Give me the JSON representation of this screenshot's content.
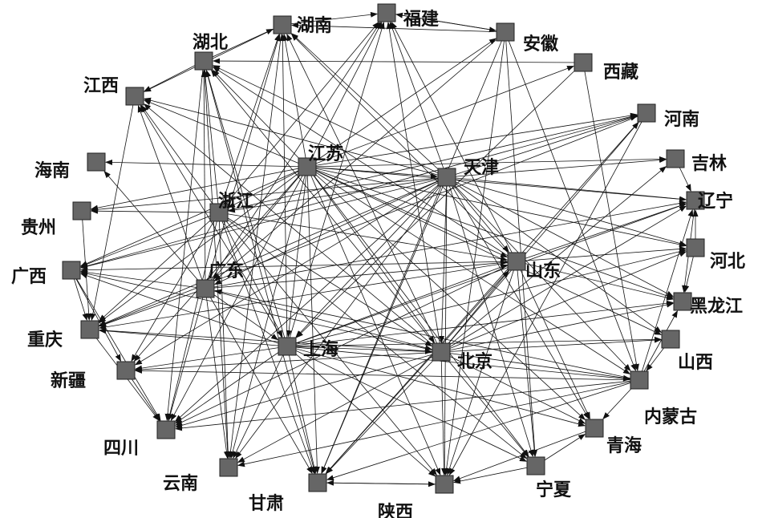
{
  "nodes": [
    {
      "id": "fujian",
      "label": "福建"
    },
    {
      "id": "hunan",
      "label": "湖南"
    },
    {
      "id": "hubei",
      "label": "湖北"
    },
    {
      "id": "anhui",
      "label": "安徽"
    },
    {
      "id": "xizang",
      "label": "西藏"
    },
    {
      "id": "jiangxi",
      "label": "江西"
    },
    {
      "id": "henan",
      "label": "河南"
    },
    {
      "id": "jilin",
      "label": "吉林"
    },
    {
      "id": "hainan",
      "label": "海南"
    },
    {
      "id": "jiangsu",
      "label": "江苏"
    },
    {
      "id": "tianjin",
      "label": "天津"
    },
    {
      "id": "liaoning",
      "label": "辽宁"
    },
    {
      "id": "guizhou",
      "label": "贵州"
    },
    {
      "id": "zhejiang",
      "label": "浙江"
    },
    {
      "id": "hebei",
      "label": "河北"
    },
    {
      "id": "guangxi",
      "label": "广西"
    },
    {
      "id": "guangdong",
      "label": "广东"
    },
    {
      "id": "shandong",
      "label": "山东"
    },
    {
      "id": "heilongjiang",
      "label": "黑龙江"
    },
    {
      "id": "chongqing",
      "label": "重庆"
    },
    {
      "id": "shanghai",
      "label": "上海"
    },
    {
      "id": "beijing",
      "label": "北京"
    },
    {
      "id": "shanxi",
      "label": "山西"
    },
    {
      "id": "xinjiang",
      "label": "新疆"
    },
    {
      "id": "neimenggu",
      "label": "内蒙古"
    },
    {
      "id": "sichuan",
      "label": "四川"
    },
    {
      "id": "qinghai",
      "label": "青海"
    },
    {
      "id": "yunnan",
      "label": "云南"
    },
    {
      "id": "gansu",
      "label": "甘肃"
    },
    {
      "id": "ningxia",
      "label": "宁夏"
    },
    {
      "id": "shaanxi",
      "label": "陕西"
    }
  ],
  "edges": [
    [
      "jiangsu",
      "fujian"
    ],
    [
      "jiangsu",
      "hunan"
    ],
    [
      "jiangsu",
      "hubei"
    ],
    [
      "jiangsu",
      "jiangxi"
    ],
    [
      "jiangsu",
      "hainan"
    ],
    [
      "jiangsu",
      "guizhou"
    ],
    [
      "jiangsu",
      "guangxi"
    ],
    [
      "jiangsu",
      "chongqing"
    ],
    [
      "jiangsu",
      "xinjiang"
    ],
    [
      "jiangsu",
      "sichuan"
    ],
    [
      "jiangsu",
      "yunnan"
    ],
    [
      "jiangsu",
      "gansu"
    ],
    [
      "jiangsu",
      "shaanxi"
    ],
    [
      "jiangsu",
      "ningxia"
    ],
    [
      "jiangsu",
      "qinghai"
    ],
    [
      "jiangsu",
      "neimenggu"
    ],
    [
      "jiangsu",
      "shanxi"
    ],
    [
      "jiangsu",
      "heilongjiang"
    ],
    [
      "jiangsu",
      "hebei"
    ],
    [
      "jiangsu",
      "liaoning"
    ],
    [
      "jiangsu",
      "jilin"
    ],
    [
      "jiangsu",
      "henan"
    ],
    [
      "jiangsu",
      "xizang"
    ],
    [
      "jiangsu",
      "anhui"
    ],
    [
      "jiangsu",
      "shandong"
    ],
    [
      "jiangsu",
      "beijing"
    ],
    [
      "jiangsu",
      "shanghai"
    ],
    [
      "jiangsu",
      "zhejiang"
    ],
    [
      "jiangsu",
      "guangdong"
    ],
    [
      "jiangsu",
      "tianjin"
    ],
    [
      "tianjin",
      "fujian"
    ],
    [
      "tianjin",
      "hunan"
    ],
    [
      "tianjin",
      "hubei"
    ],
    [
      "tianjin",
      "jiangxi"
    ],
    [
      "tianjin",
      "guizhou"
    ],
    [
      "tianjin",
      "guangxi"
    ],
    [
      "tianjin",
      "chongqing"
    ],
    [
      "tianjin",
      "xinjiang"
    ],
    [
      "tianjin",
      "sichuan"
    ],
    [
      "tianjin",
      "yunnan"
    ],
    [
      "tianjin",
      "gansu"
    ],
    [
      "tianjin",
      "shaanxi"
    ],
    [
      "tianjin",
      "ningxia"
    ],
    [
      "tianjin",
      "qinghai"
    ],
    [
      "tianjin",
      "neimenggu"
    ],
    [
      "tianjin",
      "shanxi"
    ],
    [
      "tianjin",
      "heilongjiang"
    ],
    [
      "tianjin",
      "hebei"
    ],
    [
      "tianjin",
      "liaoning"
    ],
    [
      "tianjin",
      "jilin"
    ],
    [
      "tianjin",
      "henan"
    ],
    [
      "tianjin",
      "shandong"
    ],
    [
      "tianjin",
      "beijing"
    ],
    [
      "tianjin",
      "shanghai"
    ],
    [
      "tianjin",
      "guangdong"
    ],
    [
      "tianjin",
      "zhejiang"
    ],
    [
      "zhejiang",
      "fujian"
    ],
    [
      "zhejiang",
      "hunan"
    ],
    [
      "zhejiang",
      "hubei"
    ],
    [
      "zhejiang",
      "jiangxi"
    ],
    [
      "zhejiang",
      "guizhou"
    ],
    [
      "zhejiang",
      "guangxi"
    ],
    [
      "zhejiang",
      "chongqing"
    ],
    [
      "zhejiang",
      "xinjiang"
    ],
    [
      "zhejiang",
      "sichuan"
    ],
    [
      "zhejiang",
      "yunnan"
    ],
    [
      "zhejiang",
      "gansu"
    ],
    [
      "zhejiang",
      "shaanxi"
    ],
    [
      "zhejiang",
      "ningxia"
    ],
    [
      "zhejiang",
      "shanghai"
    ],
    [
      "zhejiang",
      "beijing"
    ],
    [
      "zhejiang",
      "shandong"
    ],
    [
      "zhejiang",
      "henan"
    ],
    [
      "guangdong",
      "fujian"
    ],
    [
      "guangdong",
      "hunan"
    ],
    [
      "guangdong",
      "hubei"
    ],
    [
      "guangdong",
      "jiangxi"
    ],
    [
      "guangdong",
      "hainan"
    ],
    [
      "guangdong",
      "guangxi"
    ],
    [
      "guangdong",
      "chongqing"
    ],
    [
      "guangdong",
      "sichuan"
    ],
    [
      "guangdong",
      "yunnan"
    ],
    [
      "guangdong",
      "gansu"
    ],
    [
      "guangdong",
      "shanghai"
    ],
    [
      "guangdong",
      "beijing"
    ],
    [
      "guangdong",
      "shandong"
    ],
    [
      "guangdong",
      "liaoning"
    ],
    [
      "shanghai",
      "fujian"
    ],
    [
      "shanghai",
      "hunan"
    ],
    [
      "shanghai",
      "hubei"
    ],
    [
      "shanghai",
      "jiangxi"
    ],
    [
      "shanghai",
      "guangxi"
    ],
    [
      "shanghai",
      "chongqing"
    ],
    [
      "shanghai",
      "xinjiang"
    ],
    [
      "shanghai",
      "sichuan"
    ],
    [
      "shanghai",
      "yunnan"
    ],
    [
      "shanghai",
      "gansu"
    ],
    [
      "shanghai",
      "shaanxi"
    ],
    [
      "shanghai",
      "ningxia"
    ],
    [
      "shanghai",
      "qinghai"
    ],
    [
      "shanghai",
      "neimenggu"
    ],
    [
      "shanghai",
      "shanxi"
    ],
    [
      "shanghai",
      "heilongjiang"
    ],
    [
      "shanghai",
      "hebei"
    ],
    [
      "shanghai",
      "liaoning"
    ],
    [
      "shanghai",
      "shandong"
    ],
    [
      "shanghai",
      "beijing"
    ],
    [
      "beijing",
      "fujian"
    ],
    [
      "beijing",
      "hunan"
    ],
    [
      "beijing",
      "hubei"
    ],
    [
      "beijing",
      "jiangxi"
    ],
    [
      "beijing",
      "guangxi"
    ],
    [
      "beijing",
      "chongqing"
    ],
    [
      "beijing",
      "xinjiang"
    ],
    [
      "beijing",
      "sichuan"
    ],
    [
      "beijing",
      "yunnan"
    ],
    [
      "beijing",
      "gansu"
    ],
    [
      "beijing",
      "shaanxi"
    ],
    [
      "beijing",
      "ningxia"
    ],
    [
      "beijing",
      "qinghai"
    ],
    [
      "beijing",
      "neimenggu"
    ],
    [
      "beijing",
      "shanxi"
    ],
    [
      "beijing",
      "heilongjiang"
    ],
    [
      "beijing",
      "hebei"
    ],
    [
      "beijing",
      "liaoning"
    ],
    [
      "beijing",
      "jilin"
    ],
    [
      "beijing",
      "henan"
    ],
    [
      "beijing",
      "shandong"
    ],
    [
      "shandong",
      "fujian"
    ],
    [
      "shandong",
      "hunan"
    ],
    [
      "shandong",
      "hubei"
    ],
    [
      "shandong",
      "guangxi"
    ],
    [
      "shandong",
      "chongqing"
    ],
    [
      "shandong",
      "sichuan"
    ],
    [
      "shandong",
      "gansu"
    ],
    [
      "shandong",
      "shaanxi"
    ],
    [
      "shandong",
      "ningxia"
    ],
    [
      "shandong",
      "qinghai"
    ],
    [
      "shandong",
      "heilongjiang"
    ],
    [
      "shandong",
      "hebei"
    ],
    [
      "shandong",
      "liaoning"
    ],
    [
      "anhui",
      "fujian"
    ],
    [
      "anhui",
      "hunan"
    ],
    [
      "anhui",
      "gansu"
    ],
    [
      "anhui",
      "shaanxi"
    ],
    [
      "anhui",
      "ningxia"
    ],
    [
      "anhui",
      "neimenggu"
    ],
    [
      "anhui",
      "guangdong"
    ],
    [
      "xizang",
      "hubei"
    ],
    [
      "xizang",
      "shanghai"
    ],
    [
      "xizang",
      "neimenggu"
    ],
    [
      "henan",
      "guangxi"
    ],
    [
      "henan",
      "chongqing"
    ],
    [
      "henan",
      "gansu"
    ],
    [
      "henan",
      "shaanxi"
    ],
    [
      "neimenggu",
      "xinjiang"
    ],
    [
      "neimenggu",
      "sichuan"
    ],
    [
      "neimenggu",
      "yunnan"
    ],
    [
      "neimenggu",
      "gansu"
    ],
    [
      "neimenggu",
      "qinghai"
    ],
    [
      "neimenggu",
      "guangdong"
    ],
    [
      "neimenggu",
      "heilongjiang"
    ],
    [
      "neimenggu",
      "liaoning"
    ],
    [
      "jilin",
      "liaoning"
    ],
    [
      "hebei",
      "liaoning"
    ],
    [
      "hebei",
      "heilongjiang"
    ],
    [
      "shanxi",
      "neimenggu"
    ],
    [
      "liaoning",
      "heilongjiang"
    ],
    [
      "hubei",
      "hunan"
    ],
    [
      "hubei",
      "jiangxi"
    ],
    [
      "hubei",
      "sichuan"
    ],
    [
      "hubei",
      "gansu"
    ],
    [
      "hubei",
      "yunnan"
    ],
    [
      "hunan",
      "fujian"
    ],
    [
      "hunan",
      "jiangxi"
    ],
    [
      "hunan",
      "yunnan"
    ],
    [
      "fujian",
      "anhui"
    ],
    [
      "jiangxi",
      "chongqing"
    ],
    [
      "guangxi",
      "chongqing"
    ],
    [
      "guangxi",
      "xinjiang"
    ],
    [
      "guangxi",
      "sichuan"
    ],
    [
      "guizhou",
      "chongqing"
    ],
    [
      "chongqing",
      "sichuan"
    ],
    [
      "gansu",
      "shaanxi"
    ],
    [
      "shaanxi",
      "gansu"
    ],
    [
      "ningxia",
      "qinghai"
    ],
    [
      "ningxia",
      "shaanxi"
    ],
    [
      "qinghai",
      "shaanxi"
    ],
    [
      "xinjiang",
      "sichuan"
    ]
  ]
}
